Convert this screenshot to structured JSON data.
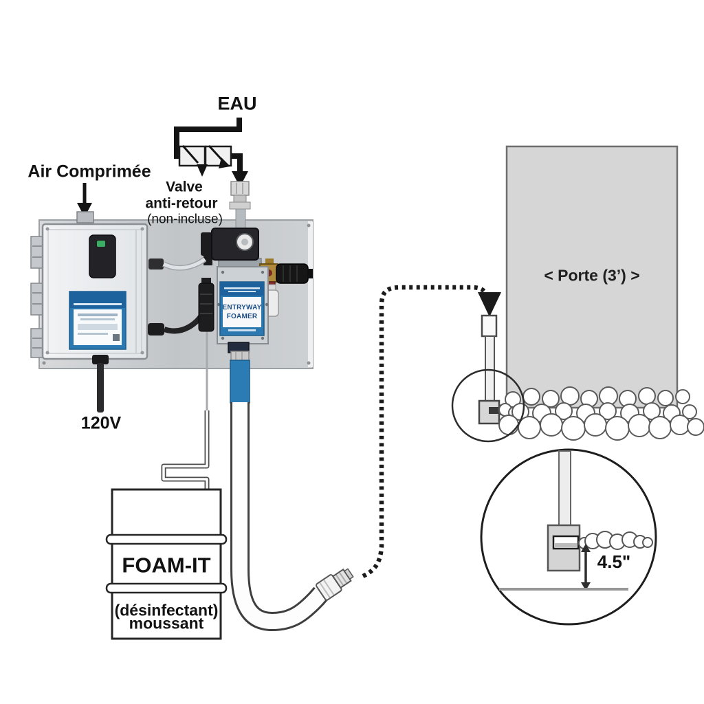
{
  "diagram": {
    "title": "Entryway foamer installation diagram",
    "labels": {
      "water": "EAU",
      "compressed_air": "Air Comprimée",
      "check_valve_line1": "Valve",
      "check_valve_line2": "anti-retour",
      "check_valve_line3": "(non-incluse)",
      "voltage": "120V",
      "foamer_unit_line1": "ENTRYWAY",
      "foamer_unit_line2": "FOAMER",
      "drum_name": "FOAM-IT",
      "drum_desc_line1": "(désinfectant)",
      "drum_desc_line2": "moussant",
      "door": "< Porte (3’) >",
      "nozzle_height": "4.5\""
    },
    "colors": {
      "label_blue": "#2b79b0",
      "label_blue_dark": "#1d629c",
      "hose_blue": "#2b7cb5",
      "panel_gray": "#c9ccce",
      "door_gray": "#d6d6d6",
      "line_black": "#1a1a1a"
    }
  }
}
